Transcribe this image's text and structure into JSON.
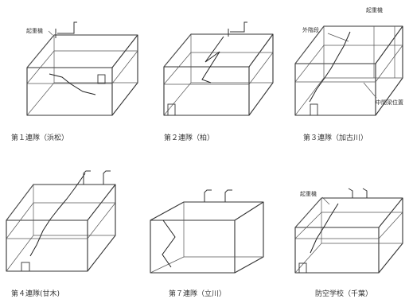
{
  "page": {
    "background": "#ffffff",
    "line_color": "#333333"
  },
  "panels": [
    {
      "id": "p1",
      "caption": "第１連隊（浜松）",
      "annotations": [
        "起重機"
      ]
    },
    {
      "id": "p2",
      "caption": "第２連隊（柏）",
      "annotations": []
    },
    {
      "id": "p3",
      "caption": "第３連隊（加古川）",
      "annotations": [
        "起重機",
        "外階段",
        "中間梁位置"
      ]
    },
    {
      "id": "p4",
      "caption": "第４連隊(甘木)",
      "annotations": []
    },
    {
      "id": "p5",
      "caption": "第７連隊（立川）",
      "annotations": []
    },
    {
      "id": "p6",
      "caption": "防空学校（千葉）",
      "annotations": [
        "起重機"
      ]
    }
  ]
}
